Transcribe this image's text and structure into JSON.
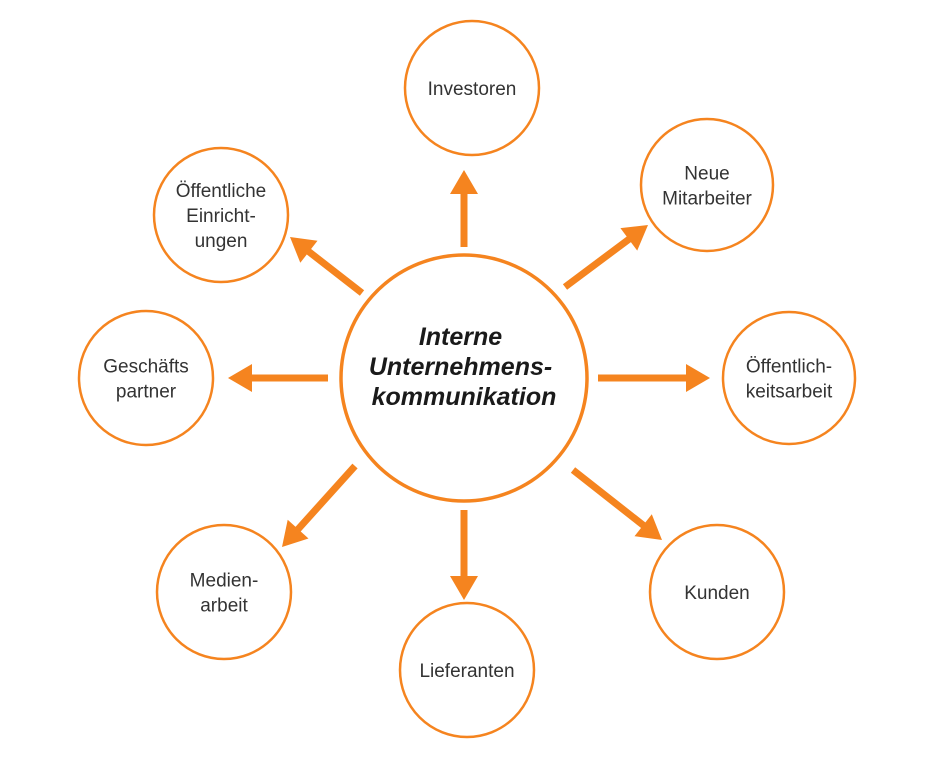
{
  "diagram": {
    "colors": {
      "accent": "#f5841f",
      "text": "#333333",
      "center_text": "#1a1a1a",
      "background": "#ffffff"
    },
    "center": {
      "lines": [
        "Interne",
        "Unternehmens-",
        "kommunikation"
      ]
    },
    "nodes": [
      {
        "id": "investoren",
        "lines": [
          "Investoren"
        ]
      },
      {
        "id": "neue-mitarbeiter",
        "lines": [
          "Neue",
          "Mitarbeiter"
        ]
      },
      {
        "id": "oeffentlichkeitsarbeit",
        "lines": [
          "Öffentlich-",
          "keitsarbeit"
        ]
      },
      {
        "id": "kunden",
        "lines": [
          "Kunden"
        ]
      },
      {
        "id": "lieferanten",
        "lines": [
          "Lieferanten"
        ]
      },
      {
        "id": "medienarbeit",
        "lines": [
          "Medien-",
          "arbeit"
        ]
      },
      {
        "id": "geschaeftspartner",
        "lines": [
          "Geschäfts",
          "partner"
        ]
      },
      {
        "id": "oeffentliche-einrichtungen",
        "lines": [
          "Öffentliche",
          "Einricht-",
          "ungen"
        ]
      }
    ]
  }
}
